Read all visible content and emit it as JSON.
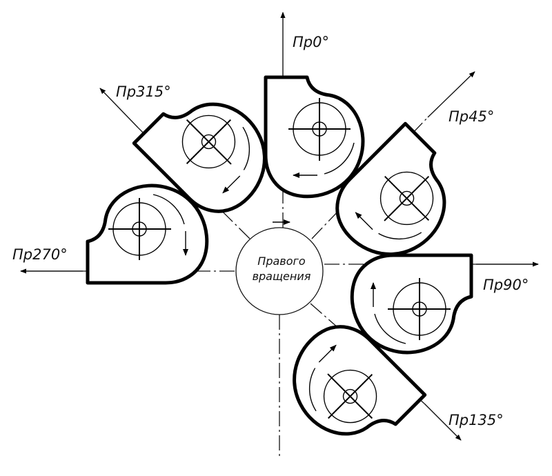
{
  "labels": {
    "pr0": "Пр0°",
    "pr45": "Пр45°",
    "pr90": "Пр90°",
    "pr135": "Пр135°",
    "pr270": "Пр270°",
    "pr315": "Пр315°"
  },
  "center": {
    "line1": "Правого",
    "line2": "вращения"
  }
}
